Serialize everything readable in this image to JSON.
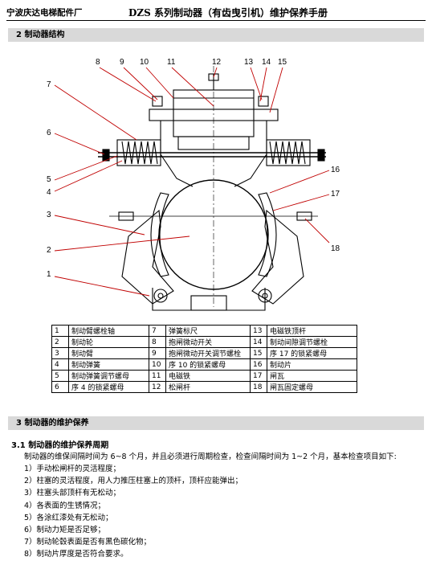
{
  "header": {
    "company": "宁波庆达电梯配件厂",
    "title": "DZS 系列制动器（有齿曳引机）维护保养手册"
  },
  "section2": {
    "title": "2  制动器结构"
  },
  "figure": {
    "callouts": [
      "1",
      "2",
      "3",
      "4",
      "5",
      "6",
      "7",
      "8",
      "9",
      "10",
      "11",
      "12",
      "13",
      "14",
      "15",
      "16",
      "17",
      "18"
    ]
  },
  "parts_table": {
    "rows": [
      [
        {
          "n": "1",
          "label": "制动臂螺栓轴"
        },
        {
          "n": "7",
          "label": "弹簧标尺"
        },
        {
          "n": "13",
          "label": "电磁铁顶杆"
        }
      ],
      [
        {
          "n": "2",
          "label": "制动轮"
        },
        {
          "n": "8",
          "label": "抱闸微动开关"
        },
        {
          "n": "14",
          "label": "制动间隙调节螺栓"
        }
      ],
      [
        {
          "n": "3",
          "label": "制动臂"
        },
        {
          "n": "9",
          "label": "抱闸微动开关调节螺栓"
        },
        {
          "n": "15",
          "label": "序 17 的锁紧螺母"
        }
      ],
      [
        {
          "n": "4",
          "label": "制动弹簧"
        },
        {
          "n": "10",
          "label": "序 10 的锁紧螺母"
        },
        {
          "n": "16",
          "label": "制动片"
        }
      ],
      [
        {
          "n": "5",
          "label": "制动弹簧调节螺母"
        },
        {
          "n": "11",
          "label": "电磁铁"
        },
        {
          "n": "17",
          "label": "闸瓦"
        }
      ],
      [
        {
          "n": "6",
          "label": "序 4 的锁紧螺母"
        },
        {
          "n": "12",
          "label": "松闸杆"
        },
        {
          "n": "18",
          "label": "闸瓦固定螺母"
        }
      ]
    ]
  },
  "section3": {
    "title": "3  制动器的维护保养",
    "subtitle": "3.1  制动器的维护保养周期",
    "intro": "制动器的维保间隔时间为 6~8 个月，并且必须进行周期检查，检查间隔时间为 1~2 个月，基本检查项目如下:",
    "items": [
      "1）手动松闸杆的灵活程度；",
      "2）柱塞的灵活程度，用人力推压柱塞上的顶杆，顶杆应能弹出；",
      "3）柱塞头部顶杆有无松动；",
      "4）各表面的生锈情况；",
      "5）各涂红漆处有无松动；",
      "6）制动力矩是否足够；",
      "7）制动轮毂表面是否有黑色碳化物；",
      "8）制动片厚度是否符合要求。"
    ]
  }
}
